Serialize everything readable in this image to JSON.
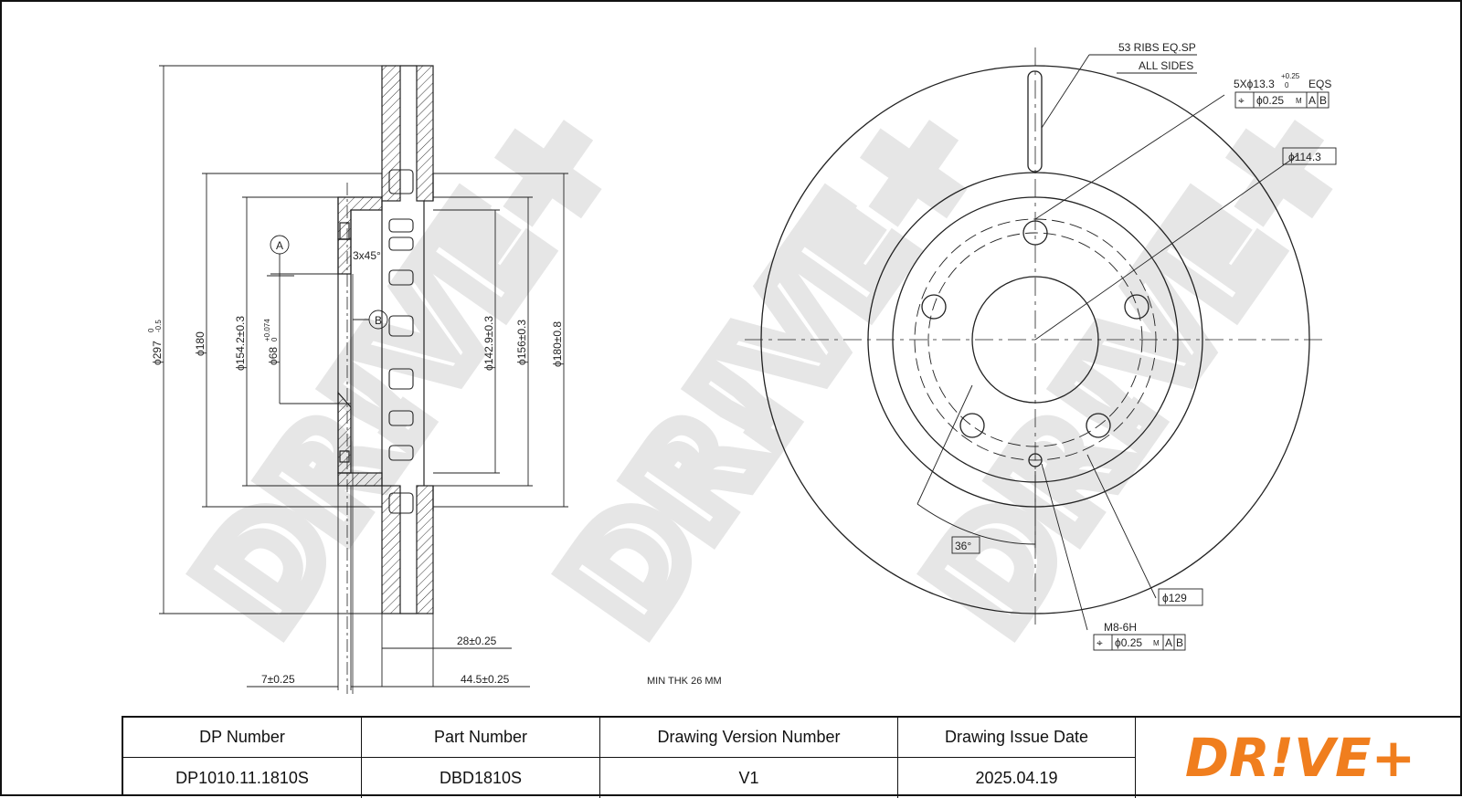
{
  "drawing": {
    "side_view": {
      "dims": {
        "outer_dia": "ϕ297",
        "outer_dia_tol_top": "0",
        "outer_dia_tol_bot": "-0.5",
        "hat_dia": "ϕ180",
        "pilot_dia": "ϕ154.2±0.3",
        "bore_dia": "ϕ68",
        "bore_tol_top": "+0.074",
        "bore_tol_bot": "0",
        "inner_dia": "ϕ142.9±0.3",
        "vent_dia": "ϕ156±0.3",
        "face_dia": "ϕ180±0.8",
        "chamfer": "3x45°",
        "datum_a": "A",
        "datum_b": "B",
        "thickness": "28±0.25",
        "hub_thickness": "7±0.25",
        "height": "44.5±0.25"
      },
      "note": "MIN THK 26 MM"
    },
    "front_view": {
      "ribs": "53 RIBS EQ.SP",
      "all_sides": "ALL SIDES",
      "holes": "5Xϕ13.3",
      "holes_tol_top": "+0.25",
      "holes_tol_bot": "0",
      "holes_eqs": "EQS",
      "fcf1": {
        "symbol": "⌖",
        "tol": "ϕ0.25",
        "mod": "M",
        "d1": "A",
        "d2": "B"
      },
      "pcd": "ϕ114.3",
      "angle": "36°",
      "outer_pcd": "ϕ129",
      "thread": "M8-6H",
      "fcf2": {
        "symbol": "⌖",
        "tol": "ϕ0.25",
        "mod": "M",
        "d1": "A",
        "d2": "B"
      }
    },
    "watermark": "DR!VE+"
  },
  "title_block": {
    "headers": [
      "DP Number",
      "Part Number",
      "Drawing Version Number",
      "Drawing Issue Date"
    ],
    "values": [
      "DP1010.11.1810S",
      "DBD1810S",
      "V1",
      "2025.04.19"
    ],
    "logo": "DR!VE+",
    "logo_color": "#f07e1e"
  }
}
